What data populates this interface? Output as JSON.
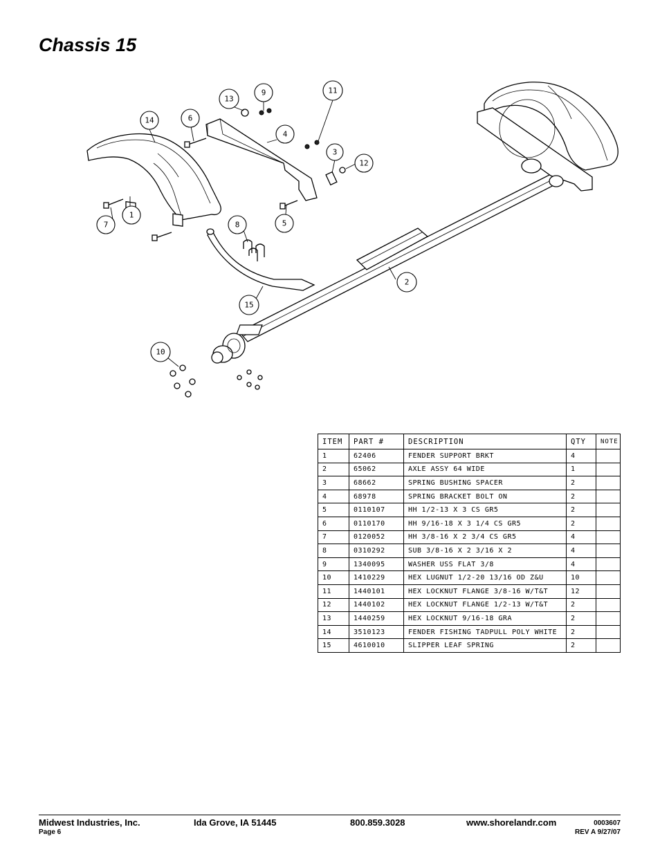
{
  "page": {
    "title": "Chassis 15"
  },
  "diagram": {
    "callouts": [
      "1",
      "2",
      "3",
      "4",
      "5",
      "6",
      "7",
      "8",
      "9",
      "10",
      "11",
      "12",
      "13",
      "14",
      "15"
    ]
  },
  "parts_table": {
    "headers": [
      "ITEM",
      "PART #",
      "DESCRIPTION",
      "QTY",
      "NOTE"
    ],
    "rows": [
      {
        "item": "1",
        "part": "62406",
        "desc": "FENDER SUPPORT BRKT",
        "qty": "4",
        "note": ""
      },
      {
        "item": "2",
        "part": "65062",
        "desc": "AXLE ASSY 64 WIDE",
        "qty": "1",
        "note": ""
      },
      {
        "item": "3",
        "part": "68662",
        "desc": "SPRING BUSHING SPACER",
        "qty": "2",
        "note": ""
      },
      {
        "item": "4",
        "part": "68978",
        "desc": "SPRING BRACKET BOLT ON",
        "qty": "2",
        "note": ""
      },
      {
        "item": "5",
        "part": "0110107",
        "desc": "HH 1/2-13 X 3 CS GR5",
        "qty": "2",
        "note": ""
      },
      {
        "item": "6",
        "part": "0110170",
        "desc": "HH 9/16-18 X 3 1/4 CS GR5",
        "qty": "2",
        "note": ""
      },
      {
        "item": "7",
        "part": "0120052",
        "desc": "HH 3/8-16 X 2 3/4 CS GR5",
        "qty": "4",
        "note": ""
      },
      {
        "item": "8",
        "part": "0310292",
        "desc": "SUB 3/8-16 X 2 3/16 X 2",
        "qty": "4",
        "note": ""
      },
      {
        "item": "9",
        "part": "1340095",
        "desc": "WASHER USS FLAT 3/8",
        "qty": "4",
        "note": ""
      },
      {
        "item": "10",
        "part": "1410229",
        "desc": "HEX LUGNUT 1/2-20 13/16 OD Z&U",
        "qty": "10",
        "note": ""
      },
      {
        "item": "11",
        "part": "1440101",
        "desc": "HEX LOCKNUT FLANGE 3/8-16 W/T&T",
        "qty": "12",
        "note": ""
      },
      {
        "item": "12",
        "part": "1440102",
        "desc": "HEX LOCKNUT FLANGE 1/2-13 W/T&T",
        "qty": "2",
        "note": ""
      },
      {
        "item": "13",
        "part": "1440259",
        "desc": "HEX LOCKNUT 9/16-18 GRA",
        "qty": "2",
        "note": ""
      },
      {
        "item": "14",
        "part": "3510123",
        "desc": "FENDER  FISHING TADPULL POLY WHITE",
        "qty": "2",
        "note": ""
      },
      {
        "item": "15",
        "part": "4610010",
        "desc": "SLIPPER LEAF SPRING",
        "qty": "2",
        "note": ""
      }
    ]
  },
  "footer": {
    "company": "Midwest Industries, Inc.",
    "page": "Page 6",
    "city": "Ida Grove, IA  51445",
    "phone": "800.859.3028",
    "website": "www.shorelandr.com",
    "doc_number": "0003607",
    "revision": "REV A  9/27/07"
  }
}
